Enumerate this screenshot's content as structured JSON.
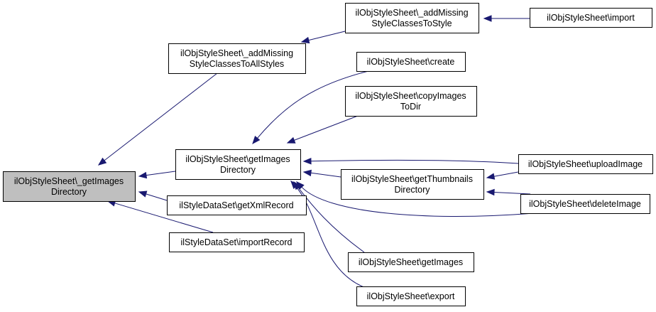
{
  "colors": {
    "edge": "#191970",
    "node_fill": "#ffffff",
    "root_fill": "#bfbfbf",
    "node_stroke": "#000000"
  },
  "nodes": [
    {
      "id": "get-images-directory-private",
      "lines": [
        "ilObjStyleSheet\\_getImages",
        "Directory"
      ],
      "root": true
    },
    {
      "id": "add-missing-style-classes-to-all-styles",
      "lines": [
        "ilObjStyleSheet\\_addMissing",
        "StyleClassesToAllStyles"
      ]
    },
    {
      "id": "add-missing-style-classes-to-style",
      "lines": [
        "ilObjStyleSheet\\_addMissing",
        "StyleClassesToStyle"
      ]
    },
    {
      "id": "import",
      "lines": [
        "ilObjStyleSheet\\import"
      ]
    },
    {
      "id": "create",
      "lines": [
        "ilObjStyleSheet\\create"
      ]
    },
    {
      "id": "copy-images-to-dir",
      "lines": [
        "ilObjStyleSheet\\copyImages",
        "ToDir"
      ]
    },
    {
      "id": "get-images-directory",
      "lines": [
        "ilObjStyleSheet\\getImages",
        "Directory"
      ]
    },
    {
      "id": "upload-image",
      "lines": [
        "ilObjStyleSheet\\uploadImage"
      ]
    },
    {
      "id": "get-thumbnails-directory",
      "lines": [
        "ilObjStyleSheet\\getThumbnails",
        "Directory"
      ]
    },
    {
      "id": "delete-image",
      "lines": [
        "ilObjStyleSheet\\deleteImage"
      ]
    },
    {
      "id": "get-xml-record",
      "lines": [
        "ilStyleDataSet\\getXmlRecord"
      ]
    },
    {
      "id": "import-record",
      "lines": [
        "ilStyleDataSet\\importRecord"
      ]
    },
    {
      "id": "get-images",
      "lines": [
        "ilObjStyleSheet\\getImages"
      ]
    },
    {
      "id": "export",
      "lines": [
        "ilObjStyleSheet\\export"
      ]
    }
  ],
  "edges": [
    {
      "from": "add-missing-style-classes-to-all-styles",
      "to": "get-images-directory-private"
    },
    {
      "from": "get-images-directory",
      "to": "get-images-directory-private"
    },
    {
      "from": "get-xml-record",
      "to": "get-images-directory-private"
    },
    {
      "from": "import-record",
      "to": "get-images-directory-private"
    },
    {
      "from": "add-missing-style-classes-to-style",
      "to": "add-missing-style-classes-to-all-styles"
    },
    {
      "from": "import",
      "to": "add-missing-style-classes-to-style"
    },
    {
      "from": "create",
      "to": "get-images-directory"
    },
    {
      "from": "copy-images-to-dir",
      "to": "get-images-directory"
    },
    {
      "from": "upload-image",
      "to": "get-images-directory"
    },
    {
      "from": "get-thumbnails-directory",
      "to": "get-images-directory"
    },
    {
      "from": "delete-image",
      "to": "get-images-directory"
    },
    {
      "from": "get-images",
      "to": "get-images-directory"
    },
    {
      "from": "export",
      "to": "get-images-directory"
    },
    {
      "from": "upload-image",
      "to": "get-thumbnails-directory"
    },
    {
      "from": "delete-image",
      "to": "get-thumbnails-directory"
    }
  ]
}
